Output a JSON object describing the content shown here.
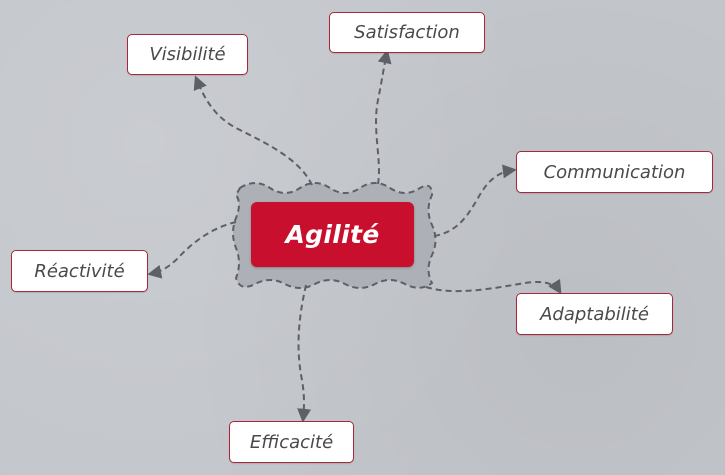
{
  "diagram": {
    "central": {
      "label": "Agilité",
      "color": "#c8102e"
    },
    "nodes": [
      {
        "id": "visibilite",
        "label": "Visibilité"
      },
      {
        "id": "satisfaction",
        "label": "Satisfaction"
      },
      {
        "id": "communication",
        "label": "Communication"
      },
      {
        "id": "reactivite",
        "label": "Réactivité"
      },
      {
        "id": "adaptabilite",
        "label": "Adaptabilité"
      },
      {
        "id": "efficacite",
        "label": "Efficacité"
      }
    ],
    "colors": {
      "background": "#c3c6cb",
      "node_border": "#a7283b",
      "connector": "#5e6068",
      "cloud_fill": "#adb0b6"
    }
  }
}
